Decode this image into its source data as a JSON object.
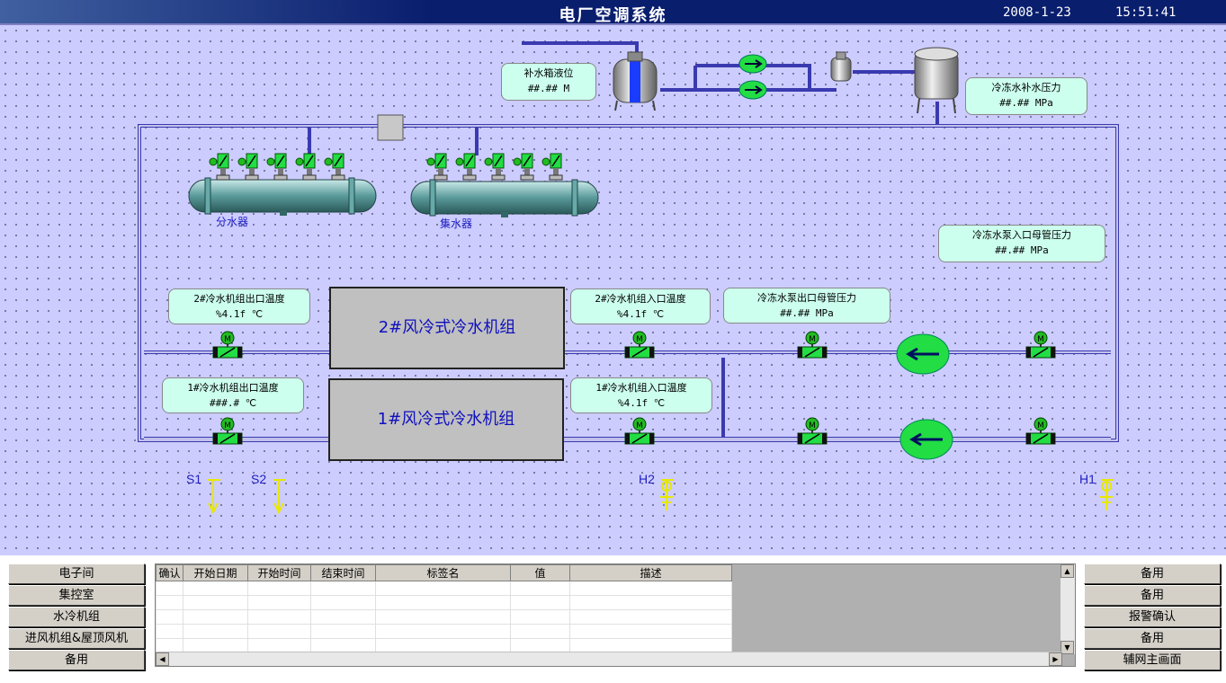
{
  "title": "电厂空调系统",
  "date": "2008-1-23",
  "time": "15:51:41",
  "units": {
    "unit2": "2#风冷式冷水机组",
    "unit1": "1#风冷式冷水机组"
  },
  "equipment": {
    "distributor": "分水器",
    "collector": "集水器"
  },
  "labels": {
    "tank_level": {
      "name": "补水箱液位",
      "value": "##.## M"
    },
    "makeup_pressure": {
      "name": "冷冻水补水压力",
      "value": "##.## MPa"
    },
    "pump_in_pressure": {
      "name": "冷冻水泵入口母管压力",
      "value": "##.## MPa"
    },
    "pump_out_pressure": {
      "name": "冷冻水泵出口母管压力",
      "value": "##.## MPa"
    },
    "u2_out_temp": {
      "name": "2#冷水机组出口温度",
      "value": "%4.1f ℃"
    },
    "u2_in_temp": {
      "name": "2#冷水机组入口温度",
      "value": "%4.1f ℃"
    },
    "u1_out_temp": {
      "name": "1#冷水机组出口温度",
      "value": "###.# ℃"
    },
    "u1_in_temp": {
      "name": "1#冷水机组入口温度",
      "value": "%4.1f ℃"
    }
  },
  "flags": {
    "s1": "S1",
    "s2": "S2",
    "h2": "H2",
    "h1": "H1"
  },
  "valve_letter": "M",
  "nav_left": [
    "电子间",
    "集控室",
    "水冷机组",
    "进风机组&屋顶风机",
    "备用"
  ],
  "nav_right": [
    "备用",
    "备用",
    "报警确认",
    "备用",
    "辅网主画面"
  ],
  "alarm_table": {
    "columns": [
      "确认",
      "开始日期",
      "开始时间",
      "结束时间",
      "标签名",
      "值",
      "描述"
    ],
    "rows": 5
  },
  "icons": {
    "pump": "pump-arrow-icon",
    "valve": "motor-valve-icon",
    "flag": "flow-switch-icon"
  },
  "colors": {
    "pipe": "#e8e8ff",
    "pipe_edge": "#3a3ab0",
    "pump": "#22dd44",
    "valve": "#22bb22",
    "unit_box": "#c0c0c0"
  }
}
